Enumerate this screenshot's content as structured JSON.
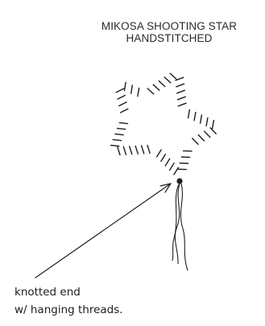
{
  "title": {
    "line1": "MIKOSA SHOOTING STAR",
    "line2": "HANDSTITCHED"
  },
  "annotation": {
    "line1": "knotted end",
    "line2": "w/ hanging threads."
  },
  "colors": {
    "ink": "#1e1e1e",
    "background": "#ffffff"
  }
}
